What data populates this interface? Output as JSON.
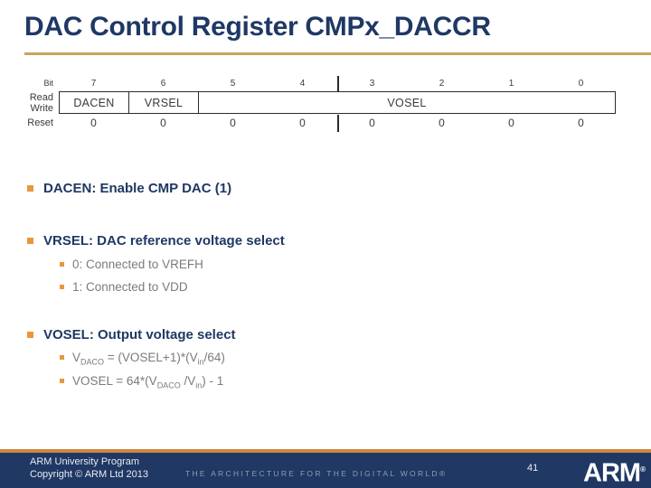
{
  "title": "DAC Control Register CMPx_DACCR",
  "register_diagram": {
    "bit_label": "Bit",
    "read_label": "Read",
    "write_label": "Write",
    "reset_label": "Reset",
    "bit_numbers": [
      "7",
      "6",
      "5",
      "4",
      "3",
      "2",
      "1",
      "0"
    ],
    "fields": [
      {
        "label": "DACEN",
        "bits": "7"
      },
      {
        "label": "VRSEL",
        "bits": "6"
      },
      {
        "label": "VOSEL",
        "bits": "5-0"
      }
    ],
    "reset_values": [
      "0",
      "0",
      "0",
      "0",
      "0",
      "0",
      "0",
      "0"
    ]
  },
  "bullets": {
    "dacen": "DACEN: Enable CMP DAC (1)",
    "vrsel": "VRSEL: DAC reference voltage select",
    "vrsel_sub_0": "0: Connected to VREFH",
    "vrsel_sub_1": "1: Connected to VDD",
    "vosel": "VOSEL: Output voltage select",
    "formula_daco": {
      "s0": "V",
      "s1": "DACO",
      "s2": " = (VOSEL+1)*(V",
      "s3": "in",
      "s4": "/64)"
    },
    "formula_vosel": {
      "s0": "VOSEL = 64*(V",
      "s1": "DACO",
      "s2": " /V",
      "s3": "in",
      "s4": ") - 1"
    }
  },
  "footer": {
    "program": "ARM University Program",
    "copyright": "Copyright © ARM Ltd 2013",
    "tagline": "THE ARCHITECTURE FOR THE DIGITAL WORLD®",
    "page_number": "41",
    "logo_text": "ARM",
    "logo_reg": "®"
  },
  "colors": {
    "navy": "#1F3864",
    "gold_rule": "#C9A45C",
    "bullet_orange": "#E8973B",
    "footer_orange": "#D0853E",
    "body_gray": "#7B7B7B"
  }
}
